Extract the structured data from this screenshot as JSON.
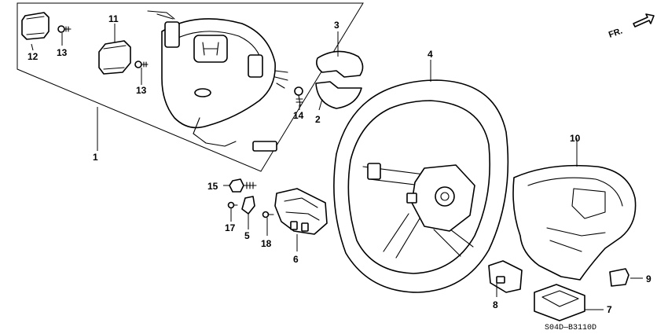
{
  "diagram": {
    "part_numbers": {
      "p1": "1",
      "p2": "2",
      "p3": "3",
      "p4": "4",
      "p5": "5",
      "p6": "6",
      "p7": "7",
      "p8": "8",
      "p9": "9",
      "p10": "10",
      "p11": "11",
      "p12": "12",
      "p13a": "13",
      "p13b": "13",
      "p14": "14",
      "p15": "15",
      "p17": "17",
      "p18": "18"
    },
    "direction_label": "FR.",
    "diagram_code": "S04D—B3110D"
  }
}
